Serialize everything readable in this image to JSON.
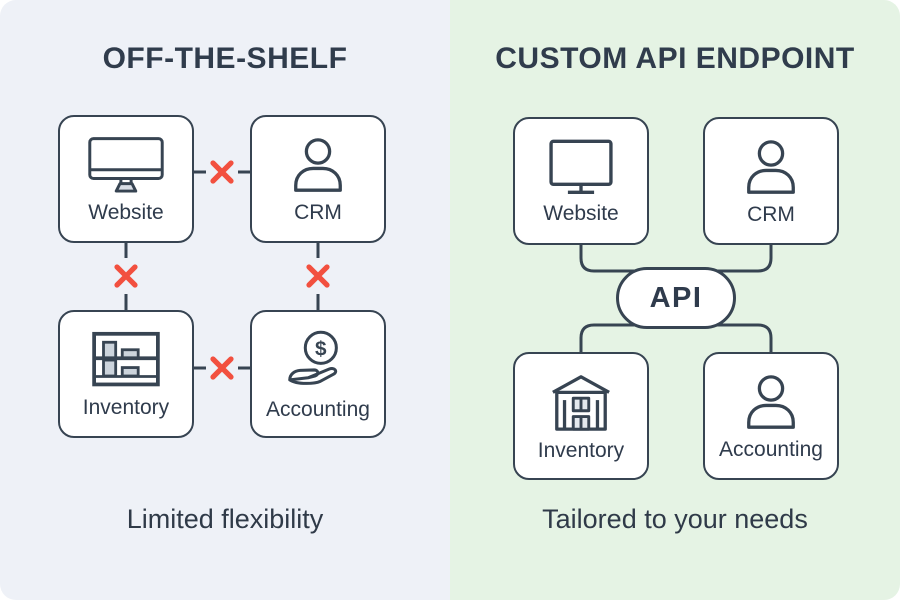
{
  "left_panel": {
    "title": "OFF-THE-SHELF",
    "caption": "Limited flexibility",
    "boxes": [
      {
        "label": "Website",
        "icon": "monitor-icon"
      },
      {
        "label": "CRM",
        "icon": "person-icon"
      },
      {
        "label": "Inventory",
        "icon": "shelf-icon"
      },
      {
        "label": "Accounting",
        "icon": "dollar-hand-icon"
      }
    ],
    "broken_links": 4,
    "broken_link_symbol": "x"
  },
  "right_panel": {
    "title": "CUSTOM API ENDPOINT",
    "caption": "Tailored to your needs",
    "hub_label": "API",
    "boxes": [
      {
        "label": "Website",
        "icon": "monitor-icon"
      },
      {
        "label": "CRM",
        "icon": "person-icon"
      },
      {
        "label": "Inventory",
        "icon": "warehouse-icon"
      },
      {
        "label": "Accounting",
        "icon": "person-icon"
      }
    ]
  },
  "colors": {
    "left_bg": "#eef1f7",
    "right_bg": "#e5f3e4",
    "ink": "#374452",
    "title_text": "#303c4c",
    "error_x": "#f2503f",
    "box_bg": "#ffffff"
  }
}
